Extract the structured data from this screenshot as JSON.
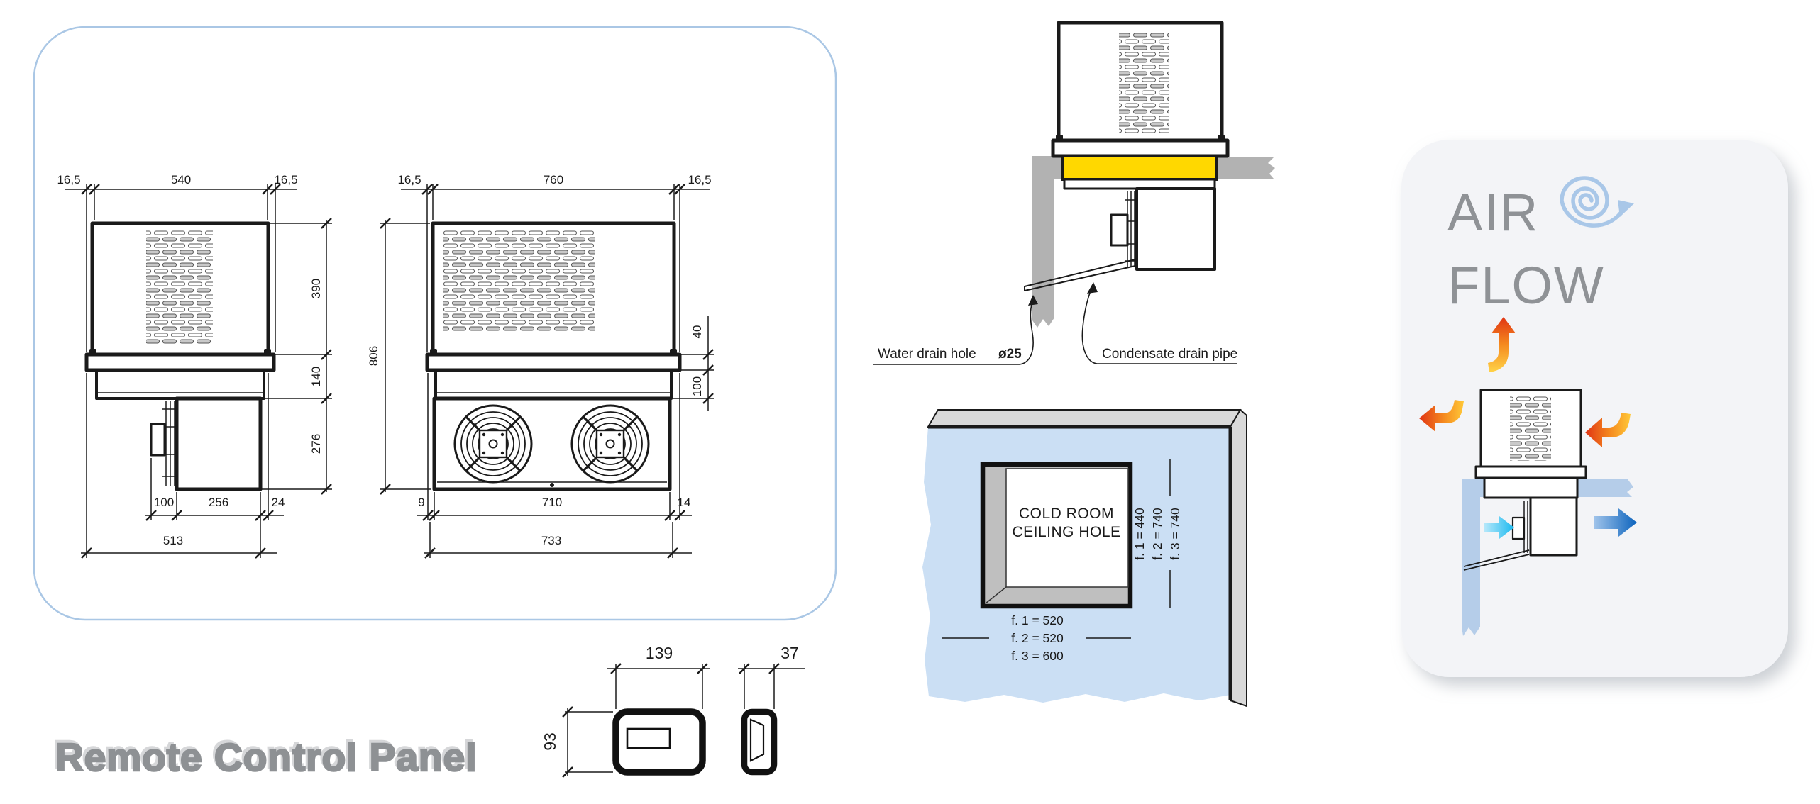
{
  "canvas": {
    "background": "#ffffff",
    "panel_border_color": "#aac7e5"
  },
  "left_view": {
    "dim_margin_left": "16,5",
    "dim_width": "540",
    "dim_margin_right": "16,5",
    "dim_height_top": "390",
    "dim_height_mid": "140",
    "dim_height_bottom": "276",
    "dim_bottom_offset": "100",
    "dim_bottom_width": "256",
    "dim_bottom_gap": "24",
    "dim_total_width": "513"
  },
  "front_view": {
    "dim_margin_left": "16,5",
    "dim_width": "760",
    "dim_margin_right": "16,5",
    "dim_total_height": "806",
    "dim_lip": "40",
    "dim_collar": "100",
    "dim_bottom_left": "9",
    "dim_bottom_width": "710",
    "dim_bottom_right": "14",
    "dim_total_width": "733"
  },
  "installation": {
    "water_drain_label": "Water drain hole",
    "water_drain_diameter": "ø25",
    "condensate_label": "Condensate drain pipe",
    "seal_color": "#ffd800",
    "ceiling_color": "#b2b2b2"
  },
  "ceiling_hole": {
    "title_line1": "COLD ROOM",
    "title_line2": "CEILING HOLE",
    "panel_color": "#cbdff4",
    "side_dims": [
      "f. 1 = 440",
      "f. 2 = 740",
      "f. 3 = 740"
    ],
    "bottom_dims": [
      "f. 1 = 520",
      "f. 2 = 520",
      "f. 3 = 600"
    ]
  },
  "airflow": {
    "word1": "AIR",
    "word2": "FLOW",
    "hot_color": "#e03414",
    "warm_color": "#ffc838",
    "cold_color": "#0c63bd",
    "ceiling_color": "#b5cde9"
  },
  "remote_panel": {
    "title": "Remote Control Panel",
    "dim_width": "139",
    "dim_depth": "37",
    "dim_height": "93"
  }
}
